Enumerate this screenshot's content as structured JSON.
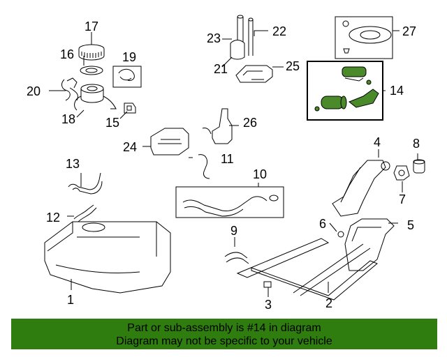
{
  "callouts": {
    "n1": "1",
    "n2": "2",
    "n3": "3",
    "n4": "4",
    "n5": "5",
    "n6": "6",
    "n7": "7",
    "n8": "8",
    "n9": "9",
    "n10": "10",
    "n11": "11",
    "n12": "12",
    "n13": "13",
    "n14": "14",
    "n15": "15",
    "n16": "16",
    "n17": "17",
    "n18": "18",
    "n19": "19",
    "n20": "20",
    "n21": "21",
    "n22": "22",
    "n23": "23",
    "n24": "24",
    "n25": "25",
    "n26": "26",
    "n27": "27"
  },
  "banner": {
    "line1": "Part or sub-assembly is #14 in diagram",
    "line2": "Diagram may not be specific to your vehicle",
    "color": "#2e7d0e"
  },
  "highlight": {
    "part_number": "14",
    "color": "#4a8a2a"
  }
}
